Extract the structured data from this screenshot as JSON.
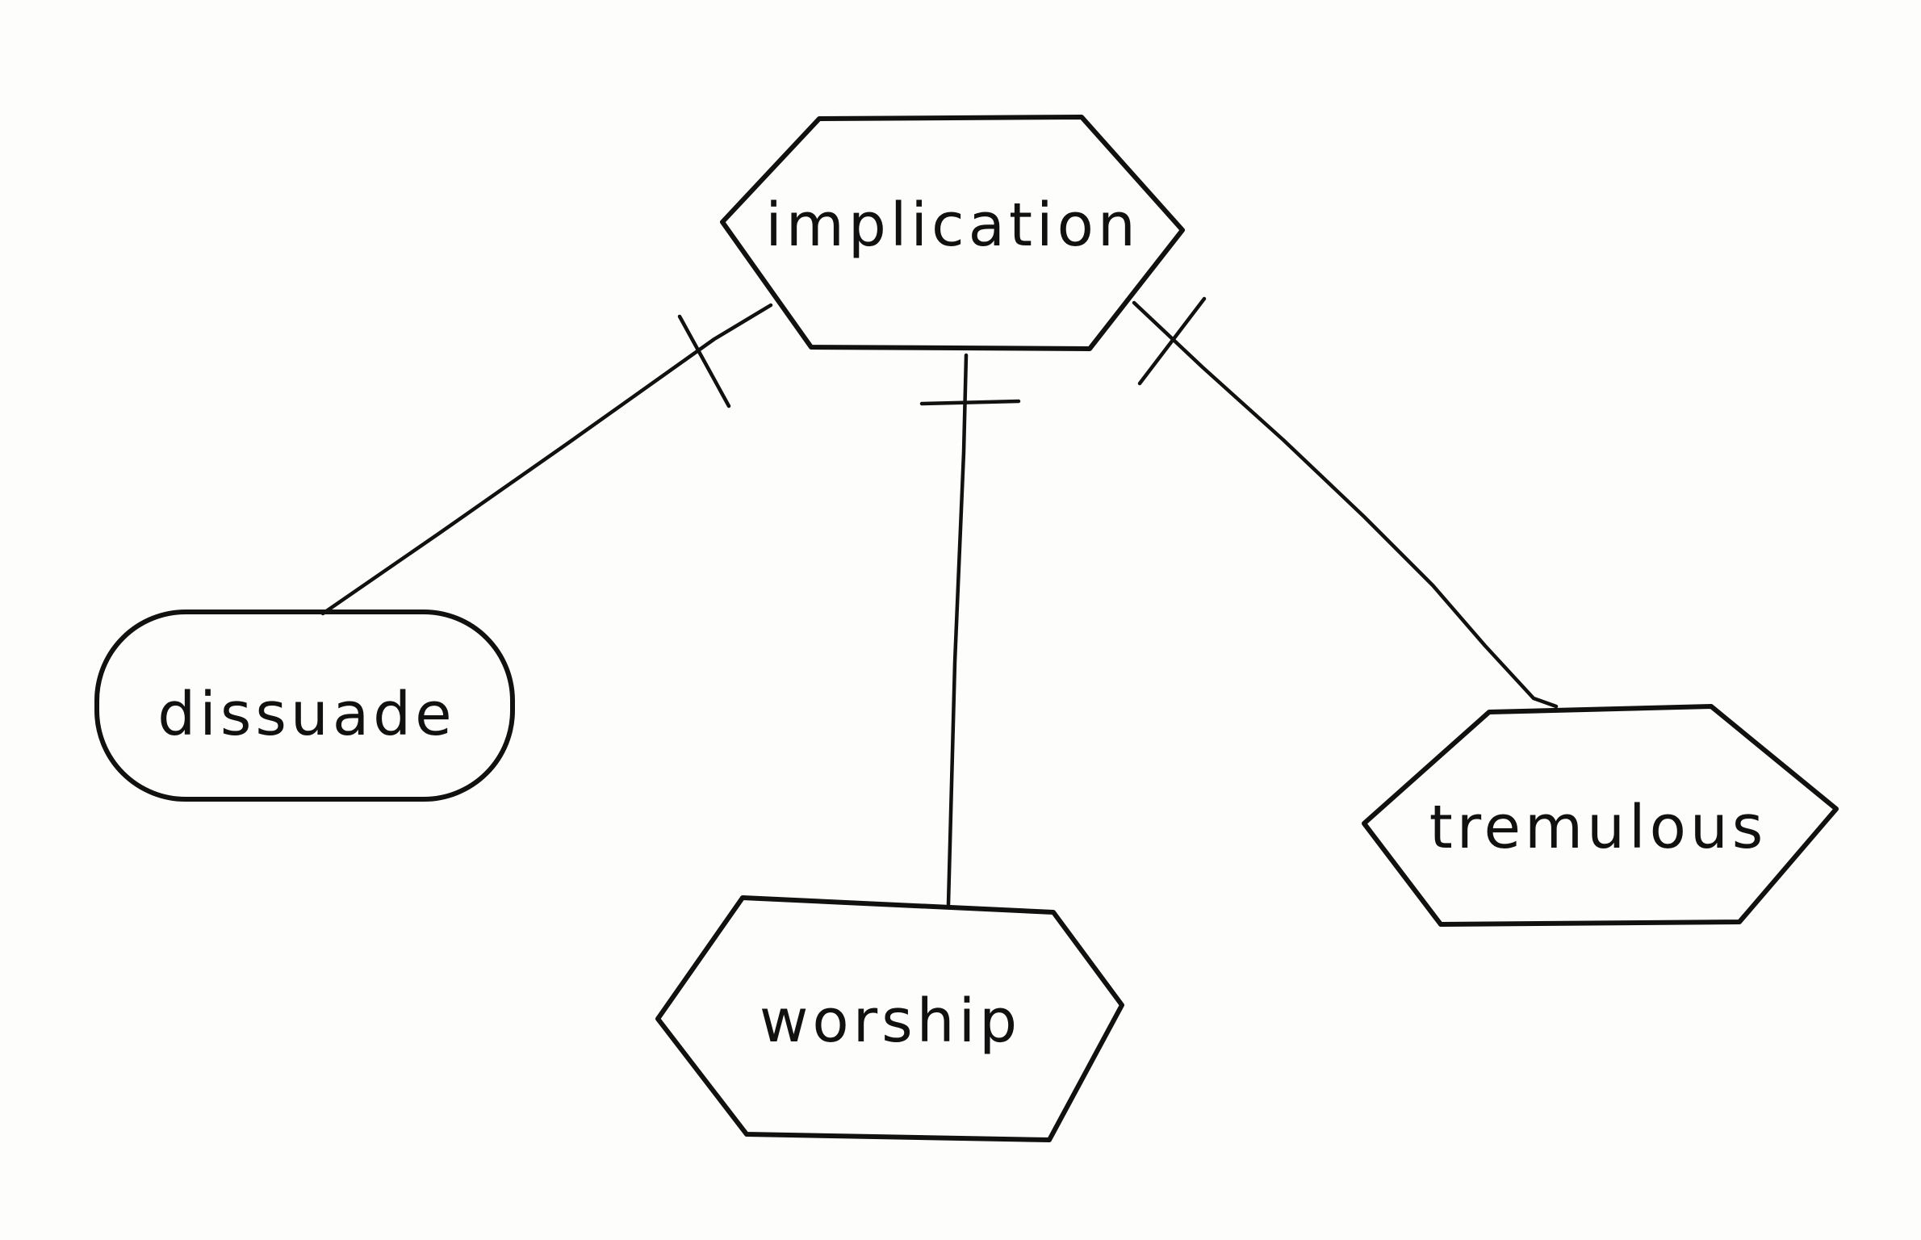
{
  "nodes": {
    "implication": {
      "label": "implication",
      "shape": "hexagon"
    },
    "dissuade": {
      "label": "dissuade",
      "shape": "rounded-rectangle"
    },
    "worship": {
      "label": "worship",
      "shape": "hexagon"
    },
    "tremulous": {
      "label": "tremulous",
      "shape": "hexagon"
    }
  },
  "edges": [
    {
      "from": "implication",
      "to": "dissuade",
      "end_marker_at_from": "one"
    },
    {
      "from": "implication",
      "to": "worship",
      "end_marker_at_from": "one"
    },
    {
      "from": "implication",
      "to": "tremulous",
      "end_marker_at_from": "one"
    }
  ],
  "colors": {
    "ink": "#111111",
    "paper": "#fdfdfc"
  }
}
